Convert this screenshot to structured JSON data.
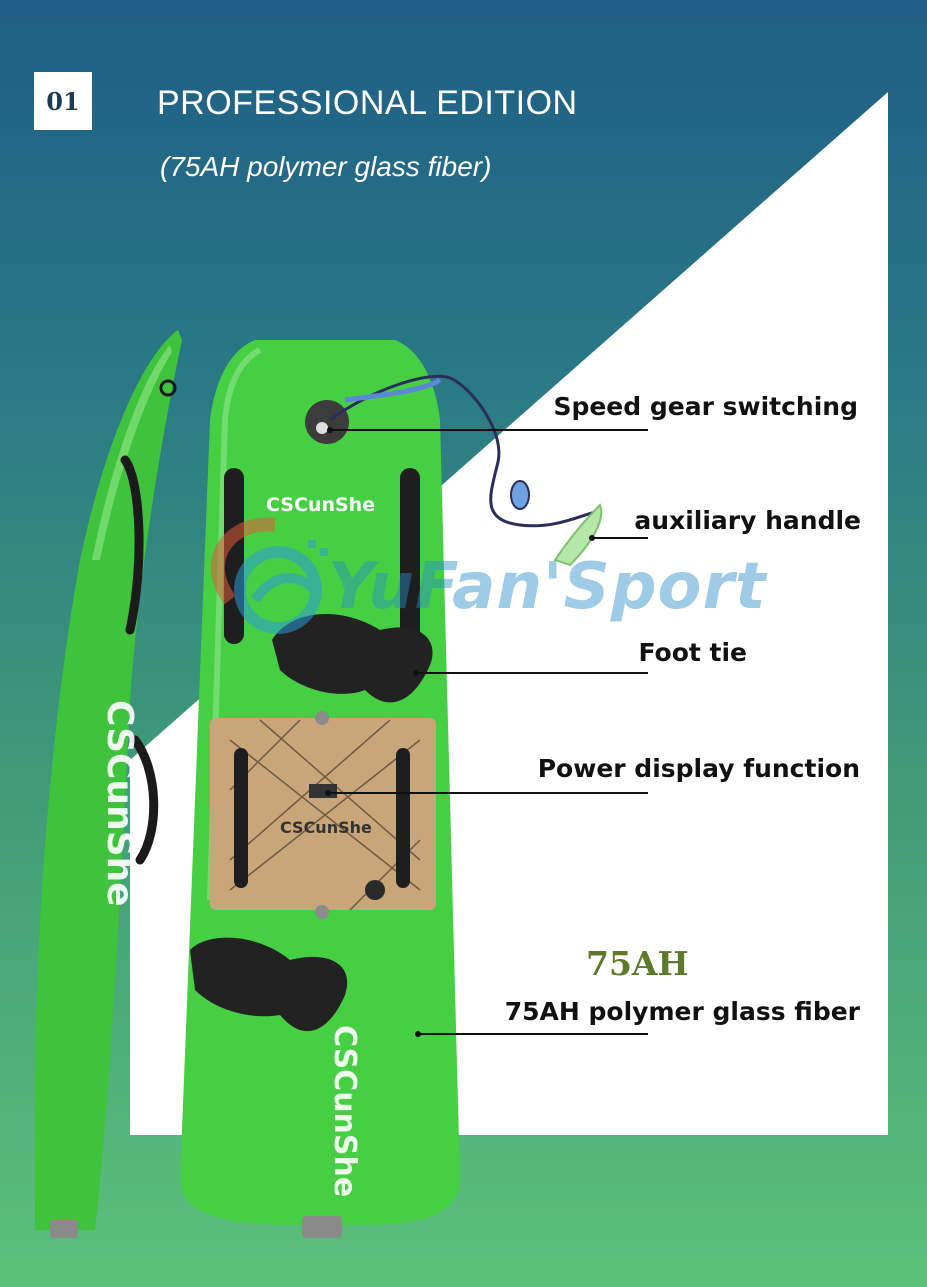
{
  "badge": {
    "number": "01"
  },
  "header": {
    "title": "PROFESSIONAL EDITION",
    "subtitle": "(75AH polymer glass fiber)"
  },
  "callouts": [
    {
      "label": "Speed gear switching"
    },
    {
      "label": "auxiliary handle"
    },
    {
      "label": "Foot tie"
    },
    {
      "label": "Power display function"
    },
    {
      "label": "75AH polymer glass fiber"
    }
  ],
  "battery_label": "75AH",
  "watermark": "YuFan'Sport",
  "board_brand": "CSCunShe",
  "colors": {
    "board_green": "#47cf44",
    "deck_wood": "#c9a57a",
    "pad_black": "#222222",
    "bg_top": "#1f5d86",
    "bg_bottom": "#5cc17a"
  }
}
